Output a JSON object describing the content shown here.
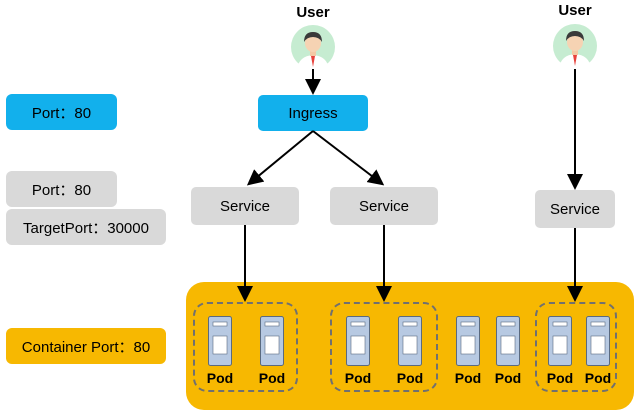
{
  "users": [
    {
      "label": "User"
    },
    {
      "label": "User"
    }
  ],
  "ingress": {
    "label": "Ingress"
  },
  "services": [
    {
      "label": "Service"
    },
    {
      "label": "Service"
    },
    {
      "label": "Service"
    }
  ],
  "legend": {
    "ingress_port": "Port：80",
    "service_port": "Port：80",
    "target_port": "TargetPort：30000",
    "container_port": "Container Port：80"
  },
  "pods": [
    {
      "label": "Pod"
    },
    {
      "label": "Pod"
    },
    {
      "label": "Pod"
    },
    {
      "label": "Pod"
    },
    {
      "label": "Pod"
    },
    {
      "label": "Pod"
    },
    {
      "label": "Pod"
    },
    {
      "label": "Pod"
    }
  ],
  "colors": {
    "ingress": "#12b0ec",
    "service": "#d9d9d9",
    "cluster": "#f7b801",
    "server_body": "#b7c9e2",
    "avatar_bg": "#c6ecd1"
  }
}
